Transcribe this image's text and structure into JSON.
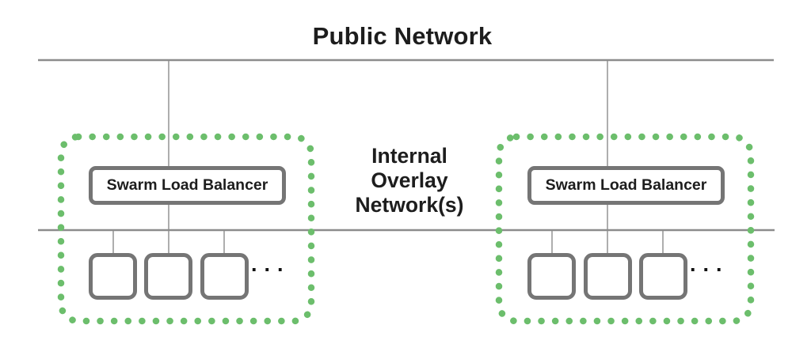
{
  "title": "Public Network",
  "overlay_label": {
    "lines": [
      "Internal",
      "Overlay",
      "Network(s)"
    ]
  },
  "clusters": [
    {
      "balancer_label": "Swarm Load Balancer",
      "more_tasks_ellipsis": "..."
    },
    {
      "balancer_label": "Swarm Load Balancer",
      "more_tasks_ellipsis": "..."
    }
  ],
  "colors": {
    "overlay_border_green": "#6cbe6c",
    "network_line_gray": "#8c8c8c",
    "box_border_gray": "#757575",
    "text_color": "#1d1d1d",
    "ellipsis_black": "#111111"
  }
}
